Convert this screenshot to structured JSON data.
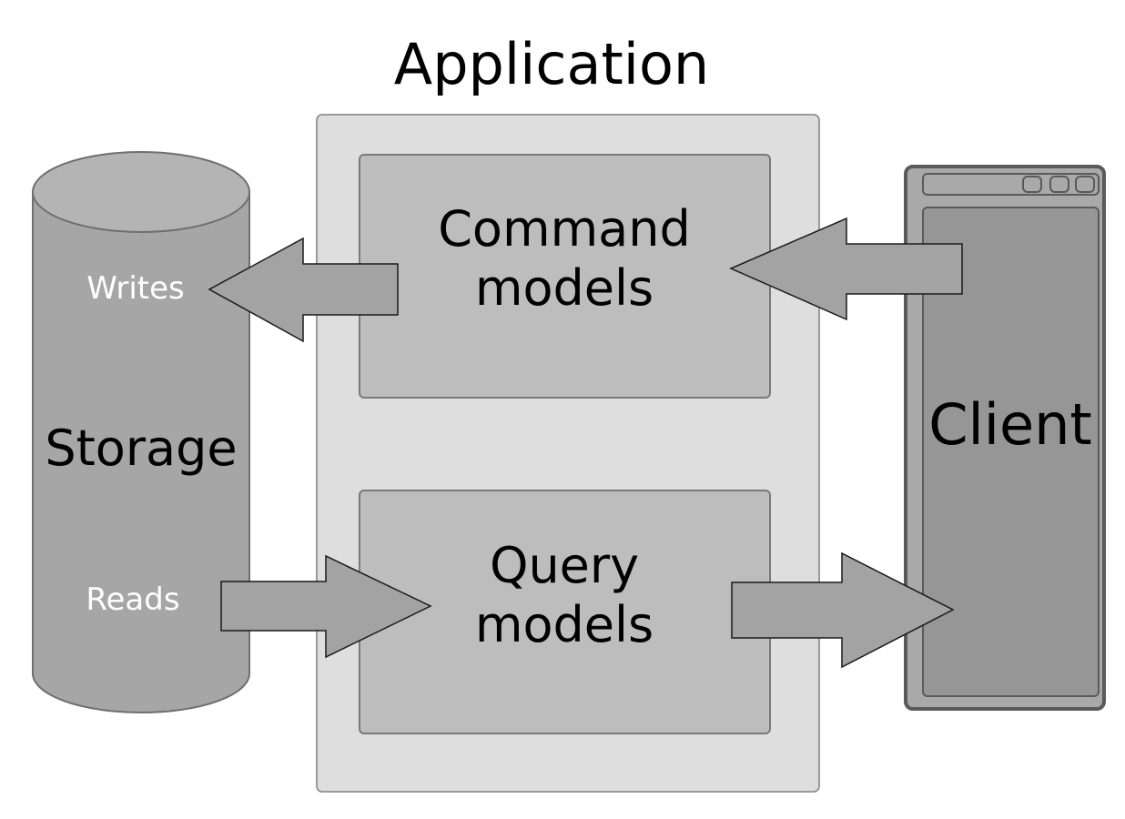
{
  "title": "Application",
  "command_block": {
    "line1": "Command",
    "line2": "models"
  },
  "query_block": {
    "line1": "Query",
    "line2": "models"
  },
  "storage": {
    "label": "Storage",
    "writes": "Writes",
    "reads": "Reads"
  },
  "client": {
    "label": "Client"
  },
  "colors": {
    "app_panel": "#dedede",
    "inner_block": "#bdbdbd",
    "storage_body": "#a6a6a6",
    "arrow_fill": "#a3a3a3",
    "client_frame": "#a9a9a9",
    "client_screen": "#969696",
    "stroke": "#595959"
  }
}
